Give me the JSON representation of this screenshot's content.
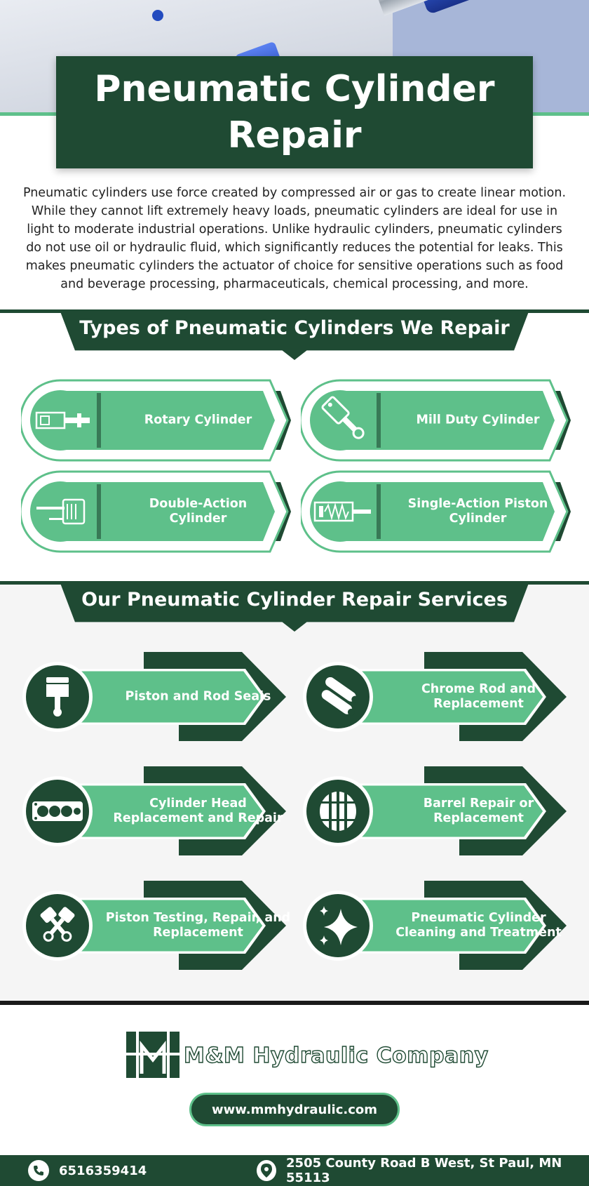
{
  "page": {
    "title": "Pneumatic Cylinder Repair",
    "intro": "Pneumatic cylinders use force created by compressed air or gas to create linear motion. While they cannot lift extremely heavy loads, pneumatic cylinders are ideal for use in light to moderate industrial operations. Unlike hydraulic cylinders, pneumatic cylinders do not use oil or hydraulic fluid, which significantly reduces the potential for leaks. This makes pneumatic cylinders the actuator of choice for sensitive operations such as food and beverage processing, pharmaceuticals, chemical processing, and more."
  },
  "types": {
    "heading": "Types of Pneumatic Cylinders We Repair",
    "items": [
      {
        "label": "Rotary Cylinder",
        "icon": "rotary-cylinder-icon"
      },
      {
        "label": "Mill Duty Cylinder",
        "icon": "mill-duty-cylinder-icon"
      },
      {
        "label": "Double-Action Cylinder",
        "icon": "double-action-cylinder-icon"
      },
      {
        "label": "Single-Action Piston Cylinder",
        "icon": "single-action-cylinder-icon"
      }
    ]
  },
  "services": {
    "heading": "Our Pneumatic Cylinder Repair Services",
    "items": [
      {
        "label": "Piston and Rod Seals",
        "icon": "piston-icon"
      },
      {
        "label": "Chrome Rod and Replacement",
        "icon": "rods-icon"
      },
      {
        "label": "Cylinder Head Replacement and Repair",
        "icon": "cylinder-head-icon"
      },
      {
        "label": "Barrel Repair or Replacement",
        "icon": "barrel-icon"
      },
      {
        "label": "Piston Testing, Repair, and Replacement",
        "icon": "crossed-pistons-icon"
      },
      {
        "label": "Pneumatic Cylinder Cleaning and Treatment",
        "icon": "sparkle-icon"
      }
    ]
  },
  "footer": {
    "company": "M&M Hydraulic Company",
    "url": "www.mmhydraulic.com",
    "phone": "6516359414",
    "address": "2505 County Road B West, St Paul, MN 55113"
  },
  "colors": {
    "dark_green": "#1f4a33",
    "light_green": "#5ec08a",
    "cylinder_blue": "#2e55c8"
  }
}
